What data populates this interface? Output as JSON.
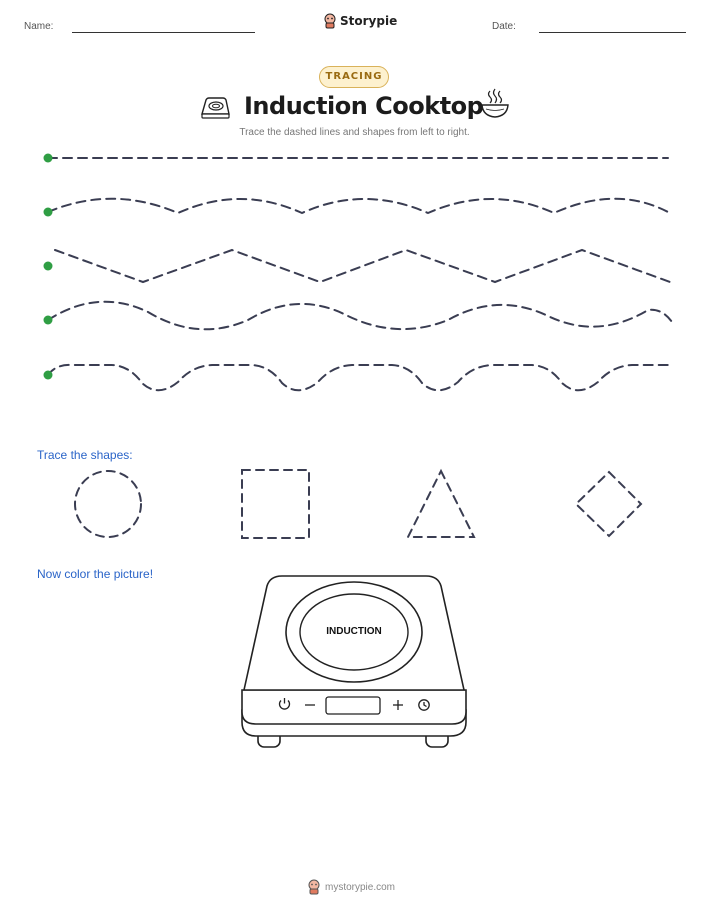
{
  "header": {
    "name_label": "Name:",
    "date_label": "Date:",
    "brand": "Storypie"
  },
  "badge": "TRACING",
  "title": "Induction Cooktop",
  "subtitle": "Trace the dashed lines and shapes from left to right.",
  "sections": {
    "shapes_label": "Trace the shapes:",
    "color_label": "Now color the picture!"
  },
  "cooktop": {
    "label": "INDUCTION"
  },
  "footer": {
    "site": "mystorypie.com"
  },
  "colors": {
    "dash": "#3a3d52",
    "start_dot": "#2f9e44",
    "accent_text": "#2a64c8",
    "badge_border": "#d9b25a",
    "badge_fill": "#fdf1cf"
  },
  "icons": [
    "storypie-logo-icon",
    "cooktop-icon",
    "steaming-bowl-icon",
    "power-icon",
    "minus-icon",
    "plus-icon",
    "timer-icon"
  ]
}
